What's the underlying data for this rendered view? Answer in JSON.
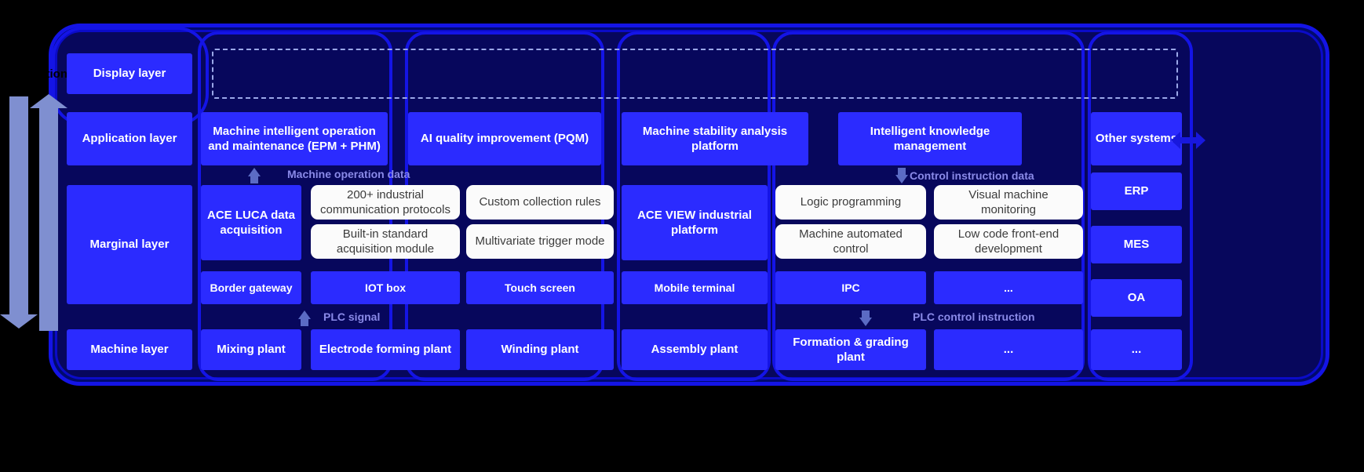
{
  "diagram": {
    "side_caption": "tion",
    "band_labels": {
      "machine_operation_data": "Machine operation data",
      "control_instruction_data": "Control instruction data",
      "plc_signal": "PLC signal",
      "plc_control_instruction": "PLC control instruction"
    },
    "layers": {
      "display": "Display layer",
      "application": "Application layer",
      "marginal": "Marginal layer",
      "machine": "Machine layer"
    },
    "application_row": [
      "Machine intelligent operation and maintenance (EPM + PHM)",
      "AI quality improvement (PQM)",
      "Machine stability analysis platform",
      "Intelligent knowledge management"
    ],
    "other_systems": {
      "title": "Other systems",
      "items": [
        "ERP",
        "MES",
        "OA"
      ]
    },
    "marginal": {
      "left_platform": "ACE LUCA data acquisition",
      "left_features": [
        "200+ industrial communication protocols",
        "Custom collection rules",
        "Built-in standard acquisition module",
        "Multivariate trigger mode"
      ],
      "right_platform": "ACE VIEW industrial platform",
      "right_features": [
        "Logic programming",
        "Visual machine monitoring",
        "Machine automated control",
        "Low code front-end development"
      ]
    },
    "gateway_row": [
      "Border gateway",
      "IOT box",
      "Touch screen",
      "Mobile terminal",
      "IPC",
      "..."
    ],
    "machine_row": [
      "Mixing plant",
      "Electrode forming plant",
      "Winding plant",
      "Assembly plant",
      "Formation & grading plant",
      "..."
    ],
    "other_systems_bottom": "...",
    "colors": {
      "background": "#000000",
      "frame": "#1414e6",
      "panel": "#07075c",
      "box_blue": "#2b2bff",
      "box_white": "#fbfbfb",
      "band_label": "#8a8ae8",
      "arrow": "#7f8fd0"
    }
  }
}
